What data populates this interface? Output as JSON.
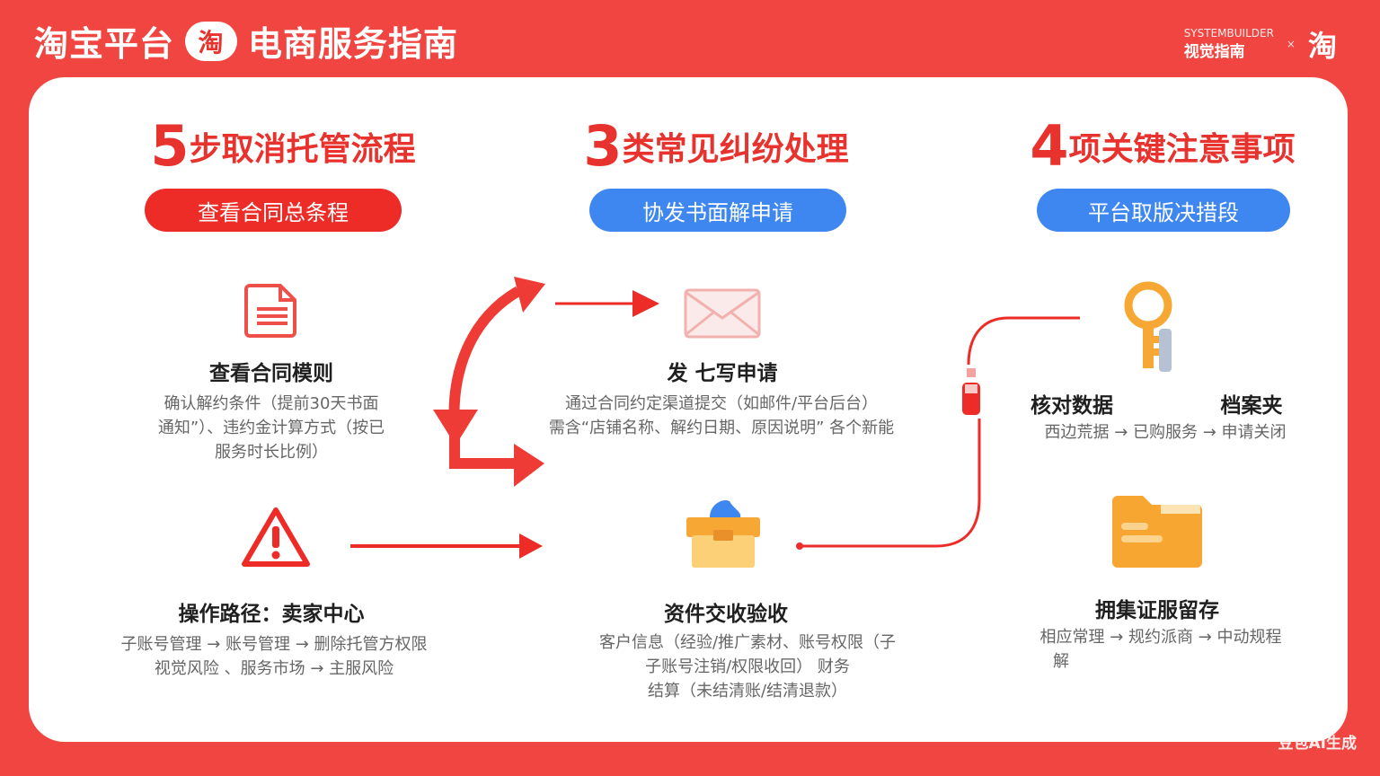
{
  "header": {
    "title_left": "淘宝平台",
    "badge": "淘",
    "title_right": "电商服务指南",
    "brand_small": "SYSTEMBUILDER",
    "brand_guide": "视觉指南",
    "brand_sep": "×",
    "brand_logo": "淘"
  },
  "columns": [
    {
      "number": "5",
      "heading": "步取消托管流程",
      "pill": "查看合同总条程"
    },
    {
      "number": "3",
      "heading": "类常见纠纷处理",
      "pill": "协发书面解申请"
    },
    {
      "number": "4",
      "heading": "项关键注意事项",
      "pill": "平台取版决措段"
    }
  ],
  "items": {
    "contract": {
      "title": "查看合同模则",
      "desc": [
        "确认解约条件（提前30天书面",
        "通知”）、违约金计算方式（按已",
        "服务时长比例）"
      ]
    },
    "apply": {
      "title": "发 七写申请",
      "desc": [
        "通过合同约定渠道提交（如邮件/平台后台）",
        "需含“店铺名称、解约日期、原因说明” 各个新能"
      ]
    },
    "verify": {
      "title": "核对数据",
      "desc": [
        "西边荒据 → 已购服务 → 申请关闭"
      ]
    },
    "folder": {
      "title": "档案夹"
    },
    "path": {
      "title": "操作路径：卖家中心",
      "desc": [
        "子账号管理 → 账号管理 → 删除托管方权限",
        "视觉风险 、服务市场 → 主服风险"
      ]
    },
    "handover": {
      "title": "资件交收验收",
      "desc": [
        "客户信息（经验/推广素材、账号权限（子",
        "子账号注销/权限收回） 财务",
        "结算（未结清账/结清退款）"
      ]
    },
    "archive": {
      "title": "拥集证服留存",
      "desc": [
        "相应常理 → 规约派商 → 中动规程",
        "解"
      ]
    }
  },
  "watermark": "豆包AI生成",
  "colors": {
    "red": "#ee2c27",
    "blue": "#3e86f0",
    "orange": "#f7a733",
    "background": "#f04540"
  },
  "icons": [
    "document-icon",
    "envelope-icon",
    "key-icon",
    "usb-icon",
    "warning-icon",
    "box-icon",
    "folder-icon"
  ]
}
